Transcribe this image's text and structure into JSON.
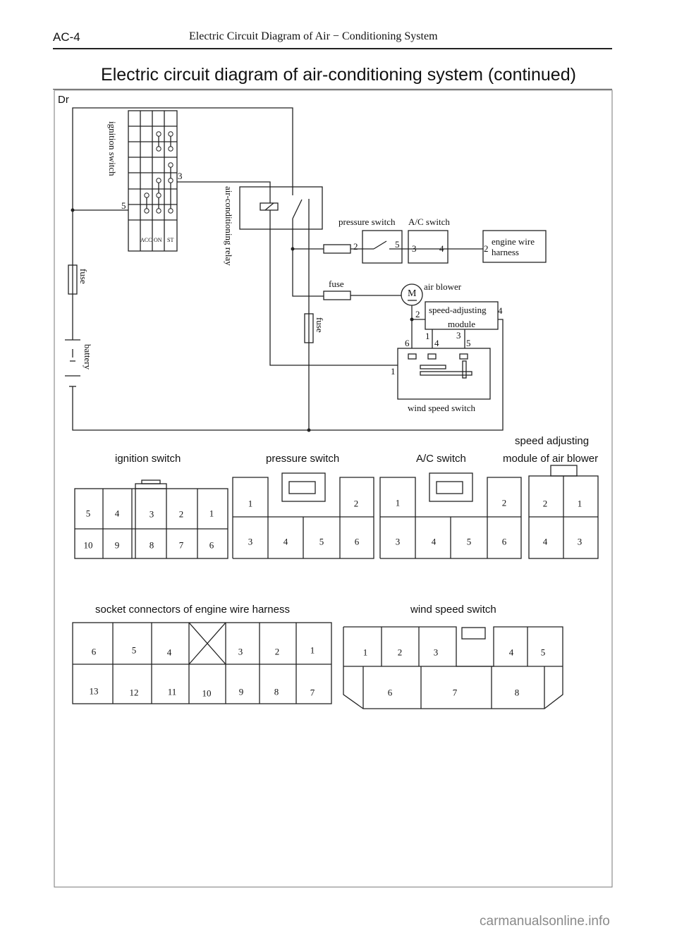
{
  "header": {
    "page_code": "AC-4",
    "section_title": "Electric Circuit Diagram of Air − Conditioning System"
  },
  "title": "Electric circuit diagram of air-conditioning system (continued)",
  "diagram": {
    "corner_label": "Dr",
    "ignition_switch": {
      "label": "ignition switch",
      "pin_3": "3",
      "pin_5": "5",
      "positions": [
        "ACC",
        "ON",
        "ST"
      ]
    },
    "relay_label": "air-conditioning relay",
    "fuse_label": "fuse",
    "battery_label": "battery",
    "pressure_switch": {
      "label": "pressure switch",
      "pin_in": "2",
      "pin_out": "5"
    },
    "ac_switch": {
      "label": "A/C switch",
      "pin_in": "3",
      "pin_out": "4"
    },
    "engine_harness": {
      "label_line1": "engine wire",
      "label_line2": "harness",
      "pin": "2"
    },
    "blower": {
      "label": "air blower",
      "motor_symbol": "M"
    },
    "speed_module": {
      "label_line1": "speed-adjusting",
      "label_line2": "module",
      "pins": [
        "2",
        "4",
        "1",
        "3"
      ]
    },
    "wind_switch": {
      "label": "wind speed switch",
      "pins": [
        "6",
        "4",
        "5",
        "1"
      ]
    }
  },
  "connectors": {
    "ignition_switch": {
      "title": "ignition switch",
      "top": [
        "5",
        "4",
        "3",
        "2",
        "1"
      ],
      "bottom": [
        "10",
        "9",
        "8",
        "7",
        "6"
      ]
    },
    "pressure_switch": {
      "title": "pressure switch",
      "top": [
        "1",
        "2"
      ],
      "bottom": [
        "3",
        "4",
        "5",
        "6"
      ]
    },
    "ac_switch": {
      "title": "A/C switch",
      "top": [
        "1",
        "2"
      ],
      "bottom": [
        "3",
        "4",
        "5",
        "6"
      ]
    },
    "speed_module": {
      "title_line1": "speed adjusting",
      "title_line2": "module of air blower",
      "top": [
        "2",
        "1"
      ],
      "bottom": [
        "4",
        "3"
      ]
    },
    "engine_harness": {
      "title": "socket connectors of engine wire harness",
      "top": [
        "6",
        "5",
        "4",
        "3",
        "2",
        "1"
      ],
      "bottom": [
        "13",
        "12",
        "11",
        "10",
        "9",
        "8",
        "7"
      ]
    },
    "wind_speed_switch": {
      "title": "wind speed switch",
      "top": [
        "1",
        "2",
        "3",
        "4",
        "5"
      ],
      "bottom": [
        "6",
        "7",
        "8"
      ]
    }
  },
  "watermark": "carmanualsonline.info"
}
